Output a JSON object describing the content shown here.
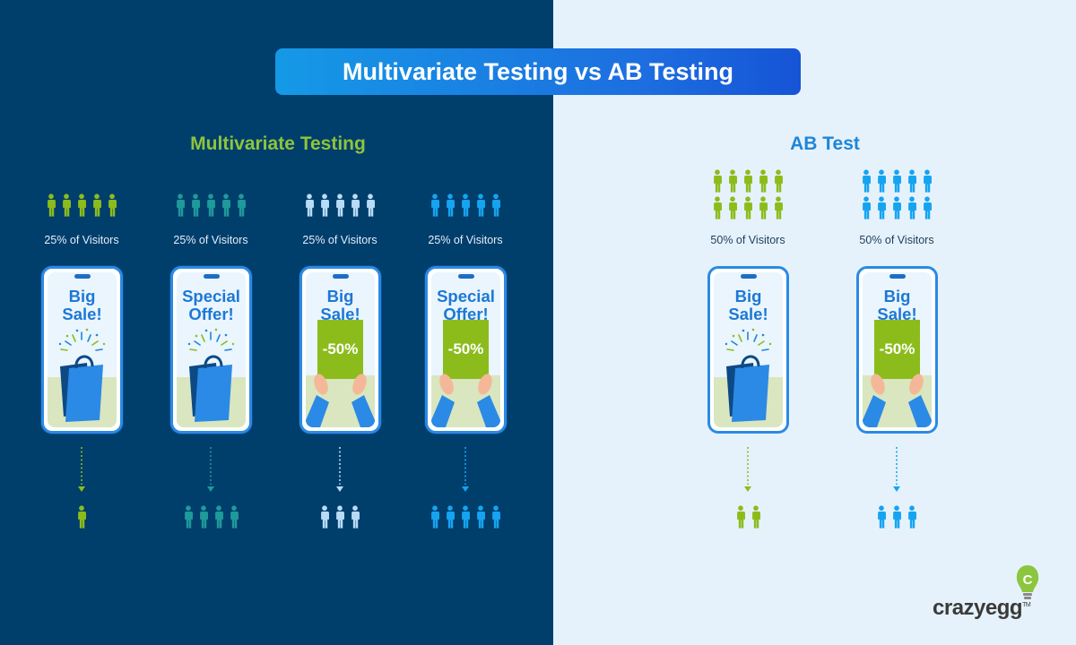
{
  "banner": {
    "title": "Multivariate Testing vs AB Testing"
  },
  "multivariate": {
    "title": "Multivariate Testing",
    "variants": [
      {
        "visitors_label": "25% of Visitors",
        "headline": [
          "Big",
          "Sale!"
        ],
        "image": "shopping-bag",
        "crowd_color": "#8cbc1c",
        "crowd_count": 5,
        "converted_count": 1
      },
      {
        "visitors_label": "25% of Visitors",
        "headline": [
          "Special",
          "Offer!"
        ],
        "image": "shopping-bag",
        "crowd_color": "#1e9a9a",
        "crowd_count": 5,
        "converted_count": 4
      },
      {
        "visitors_label": "25% of Visitors",
        "headline": [
          "Big",
          "Sale!"
        ],
        "image": "discount-sign",
        "discount": "-50%",
        "crowd_color": "#b9dcf6",
        "crowd_count": 5,
        "converted_count": 3
      },
      {
        "visitors_label": "25% of Visitors",
        "headline": [
          "Special",
          "Offer!"
        ],
        "image": "discount-sign",
        "discount": "-50%",
        "crowd_color": "#16a4f0",
        "crowd_count": 5,
        "converted_count": 5
      }
    ]
  },
  "ab_test": {
    "title": "AB Test",
    "variants": [
      {
        "visitors_label": "50% of Visitors",
        "headline": [
          "Big",
          "Sale!"
        ],
        "image": "shopping-bag",
        "crowd_color": "#8cbc1c",
        "crowd_count": 10,
        "converted_count": 2
      },
      {
        "visitors_label": "50% of Visitors",
        "headline": [
          "Big",
          "Sale!"
        ],
        "image": "discount-sign",
        "discount": "-50%",
        "crowd_color": "#16a4f0",
        "crowd_count": 10,
        "converted_count": 3
      }
    ]
  },
  "brand": {
    "name": "crazyegg",
    "trademark": "TM",
    "icon": "lightbulb-egg-logo"
  }
}
